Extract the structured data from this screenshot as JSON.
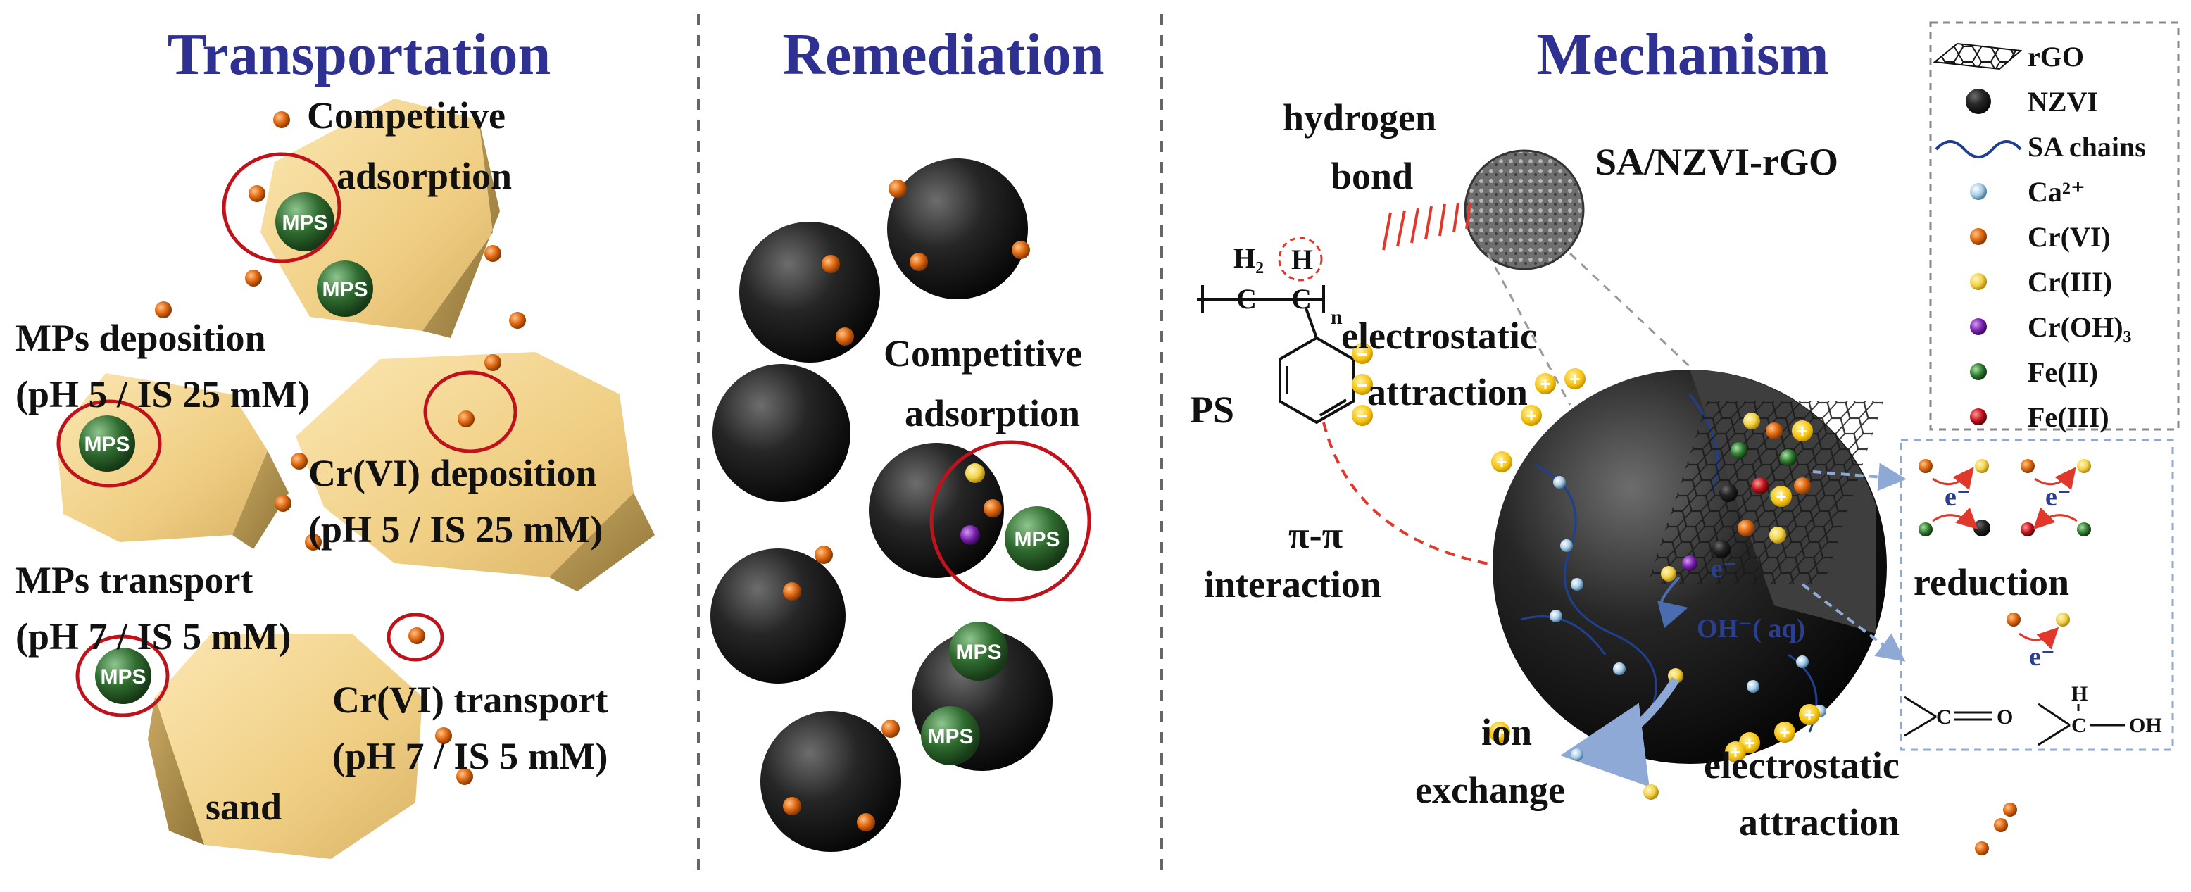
{
  "sections": {
    "transportation": {
      "title": "Transportation",
      "competitive_adsorption_line1": "Competitive",
      "competitive_adsorption_line2": "adsorption",
      "mps_deposition_line1": "MPs deposition",
      "mps_deposition_line2": "(pH 5 / IS 25 mM)",
      "cr_deposition_line1": "Cr(VI) deposition",
      "cr_deposition_line2": "(pH 5 / IS 25 mM)",
      "mps_transport_line1": "MPs transport",
      "mps_transport_line2": "(pH 7 / IS 5 mM)",
      "cr_transport_line1": "Cr(VI) transport",
      "cr_transport_line2": "(pH 7 / IS 5 mM)",
      "sand": "sand"
    },
    "remediation": {
      "title": "Remediation",
      "competitive_adsorption_line1": "Competitive",
      "competitive_adsorption_line2": "adsorption"
    },
    "mechanism": {
      "title": "Mechanism",
      "hydrogen_bond_line1": "hydrogen",
      "hydrogen_bond_line2": "bond",
      "composite": "SA/NZVI-rGO",
      "electrostatic_top_line1": "electrostatic",
      "electrostatic_top_line2": "attraction",
      "ps": "PS",
      "pi_pi_line1": "π-π",
      "pi_pi_line2": "interaction",
      "ion_exchange_line1": "ion",
      "ion_exchange_line2": "exchange",
      "electrostatic_bottom_line1": "electrostatic",
      "electrostatic_bottom_line2": "attraction",
      "reduction": "reduction",
      "hydroxide": "OH⁻( aq)",
      "electron": "e⁻",
      "ps_formula": {
        "h2": "H₂",
        "h": "H",
        "c1": "C",
        "c2": "C",
        "n": "n"
      },
      "groups": {
        "carbonyl_c": "C",
        "carbonyl_o": "O",
        "alcohol_h": "H",
        "alcohol_c": "C",
        "alcohol_oh": "OH"
      }
    }
  },
  "particle_label": "MPS",
  "charge_symbols": {
    "plus": "+",
    "minus": "−"
  },
  "legend": [
    {
      "label": "rGO",
      "icon": "rgo-sheet-icon"
    },
    {
      "label": "NZVI",
      "icon": "black-sphere-icon",
      "color": "#111111"
    },
    {
      "label": "SA chains",
      "icon": "wave-line-icon",
      "color": "#1f3f8f"
    },
    {
      "label": "Ca²⁺",
      "icon": "light-blue-sphere-icon",
      "color": "#a9cde6"
    },
    {
      "label": "Cr(VI)",
      "icon": "orange-sphere-icon",
      "color": "#e06a12"
    },
    {
      "label": "Cr(III)",
      "icon": "yellow-sphere-icon",
      "color": "#f2d34a"
    },
    {
      "label": "Cr(OH)₃",
      "icon": "purple-sphere-icon",
      "color": "#7a22b0"
    },
    {
      "label": "Fe(II)",
      "icon": "green-sphere-icon",
      "color": "#2f7a2f"
    },
    {
      "label": "Fe(III)",
      "icon": "red-sphere-icon",
      "color": "#c0121b"
    }
  ],
  "colors": {
    "title": "#2e3192",
    "sand": "#f0cf84",
    "mps": "#2f6b2f",
    "ring": "#c0121b",
    "cr_vi": "#e06a12",
    "divider": "#666666"
  }
}
